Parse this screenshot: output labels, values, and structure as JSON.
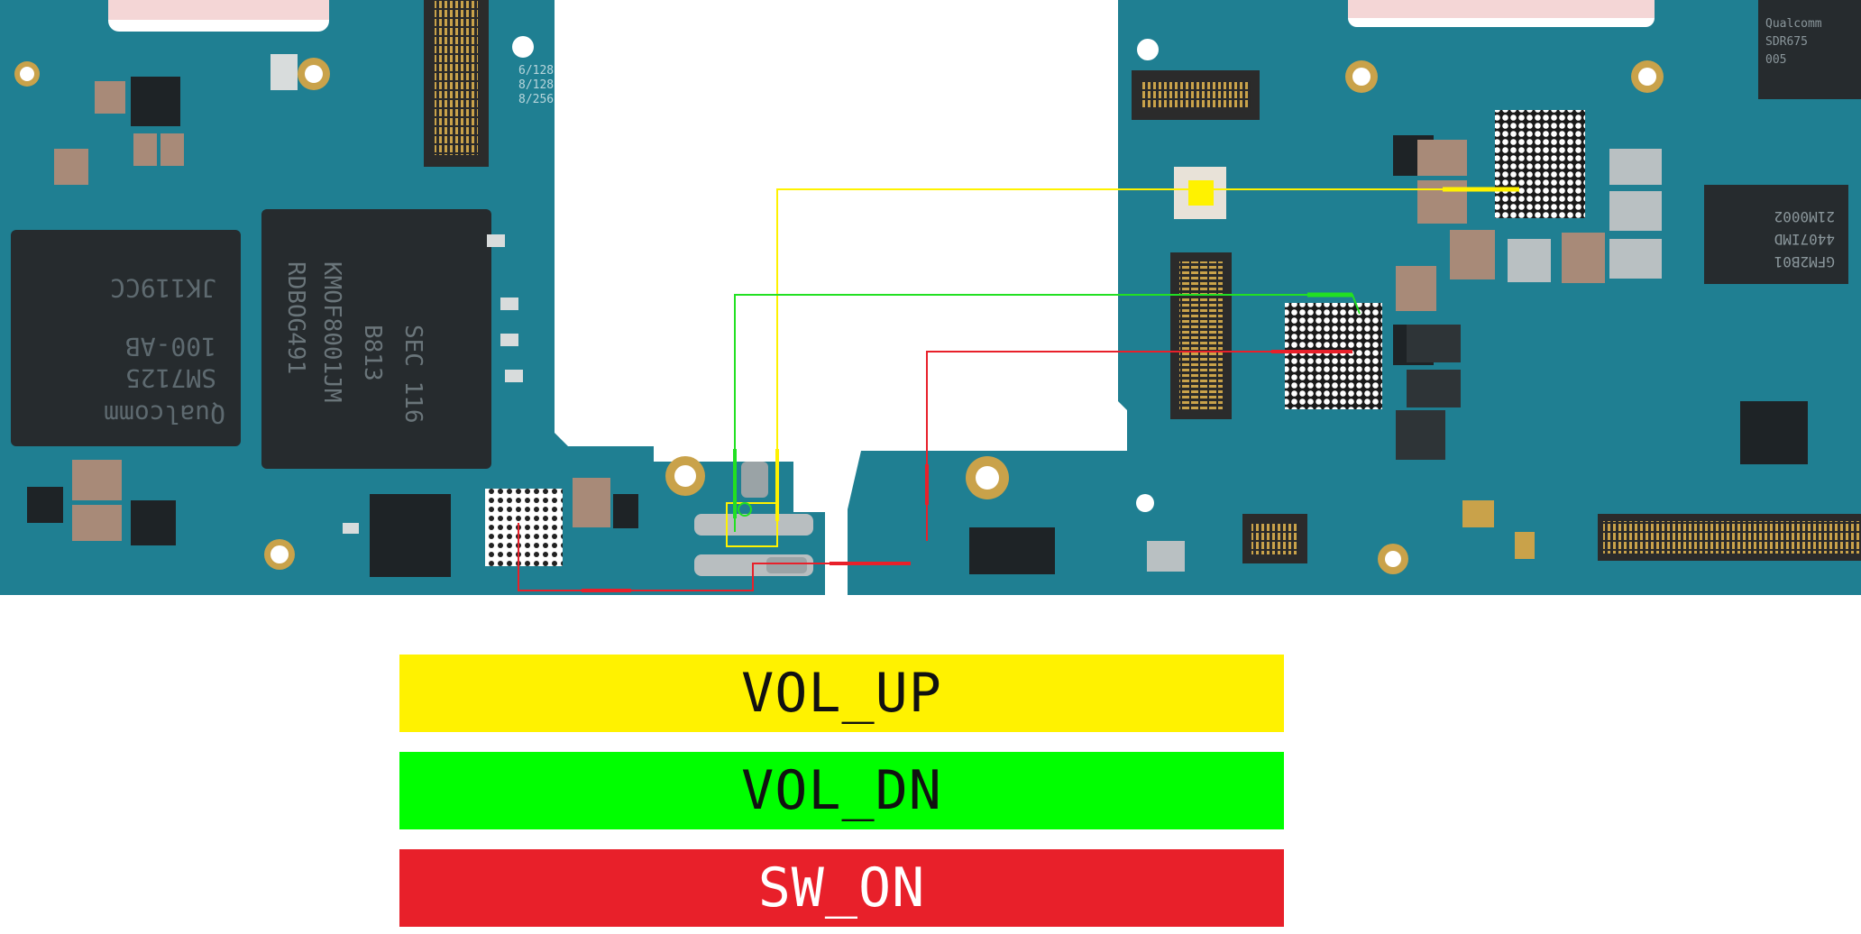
{
  "legend": {
    "vol_up": "VOL_UP",
    "vol_dn": "VOL_DN",
    "sw_on": "SW_ON"
  },
  "chips": {
    "left_soc_1": "Qualcomm",
    "left_soc_2": "SM7125",
    "left_soc_3": "100-AB",
    "left_soc_4": "JK119CC",
    "left_mem_1": "SEC 116",
    "left_mem_2": "B813",
    "left_mem_3": "KMOF8001JM",
    "left_mem_4": "RDBOG491",
    "right_chip_1": "GFM2B01",
    "right_chip_2": "4407IMD",
    "right_chip_3": "21M0002",
    "right_top_1": "Qualcomm",
    "right_top_2": "SDR675",
    "right_top_3": "005",
    "variant_1": "6/128",
    "variant_2": "8/128",
    "variant_3": "8/256"
  },
  "colors": {
    "board": "#1f7f92",
    "board_dark": "#16606f",
    "vol_up": "#fff200",
    "vol_dn": "#00ff00",
    "sw_on": "#e8202a",
    "chip": "#1e2326",
    "gold": "#c9a24a"
  }
}
